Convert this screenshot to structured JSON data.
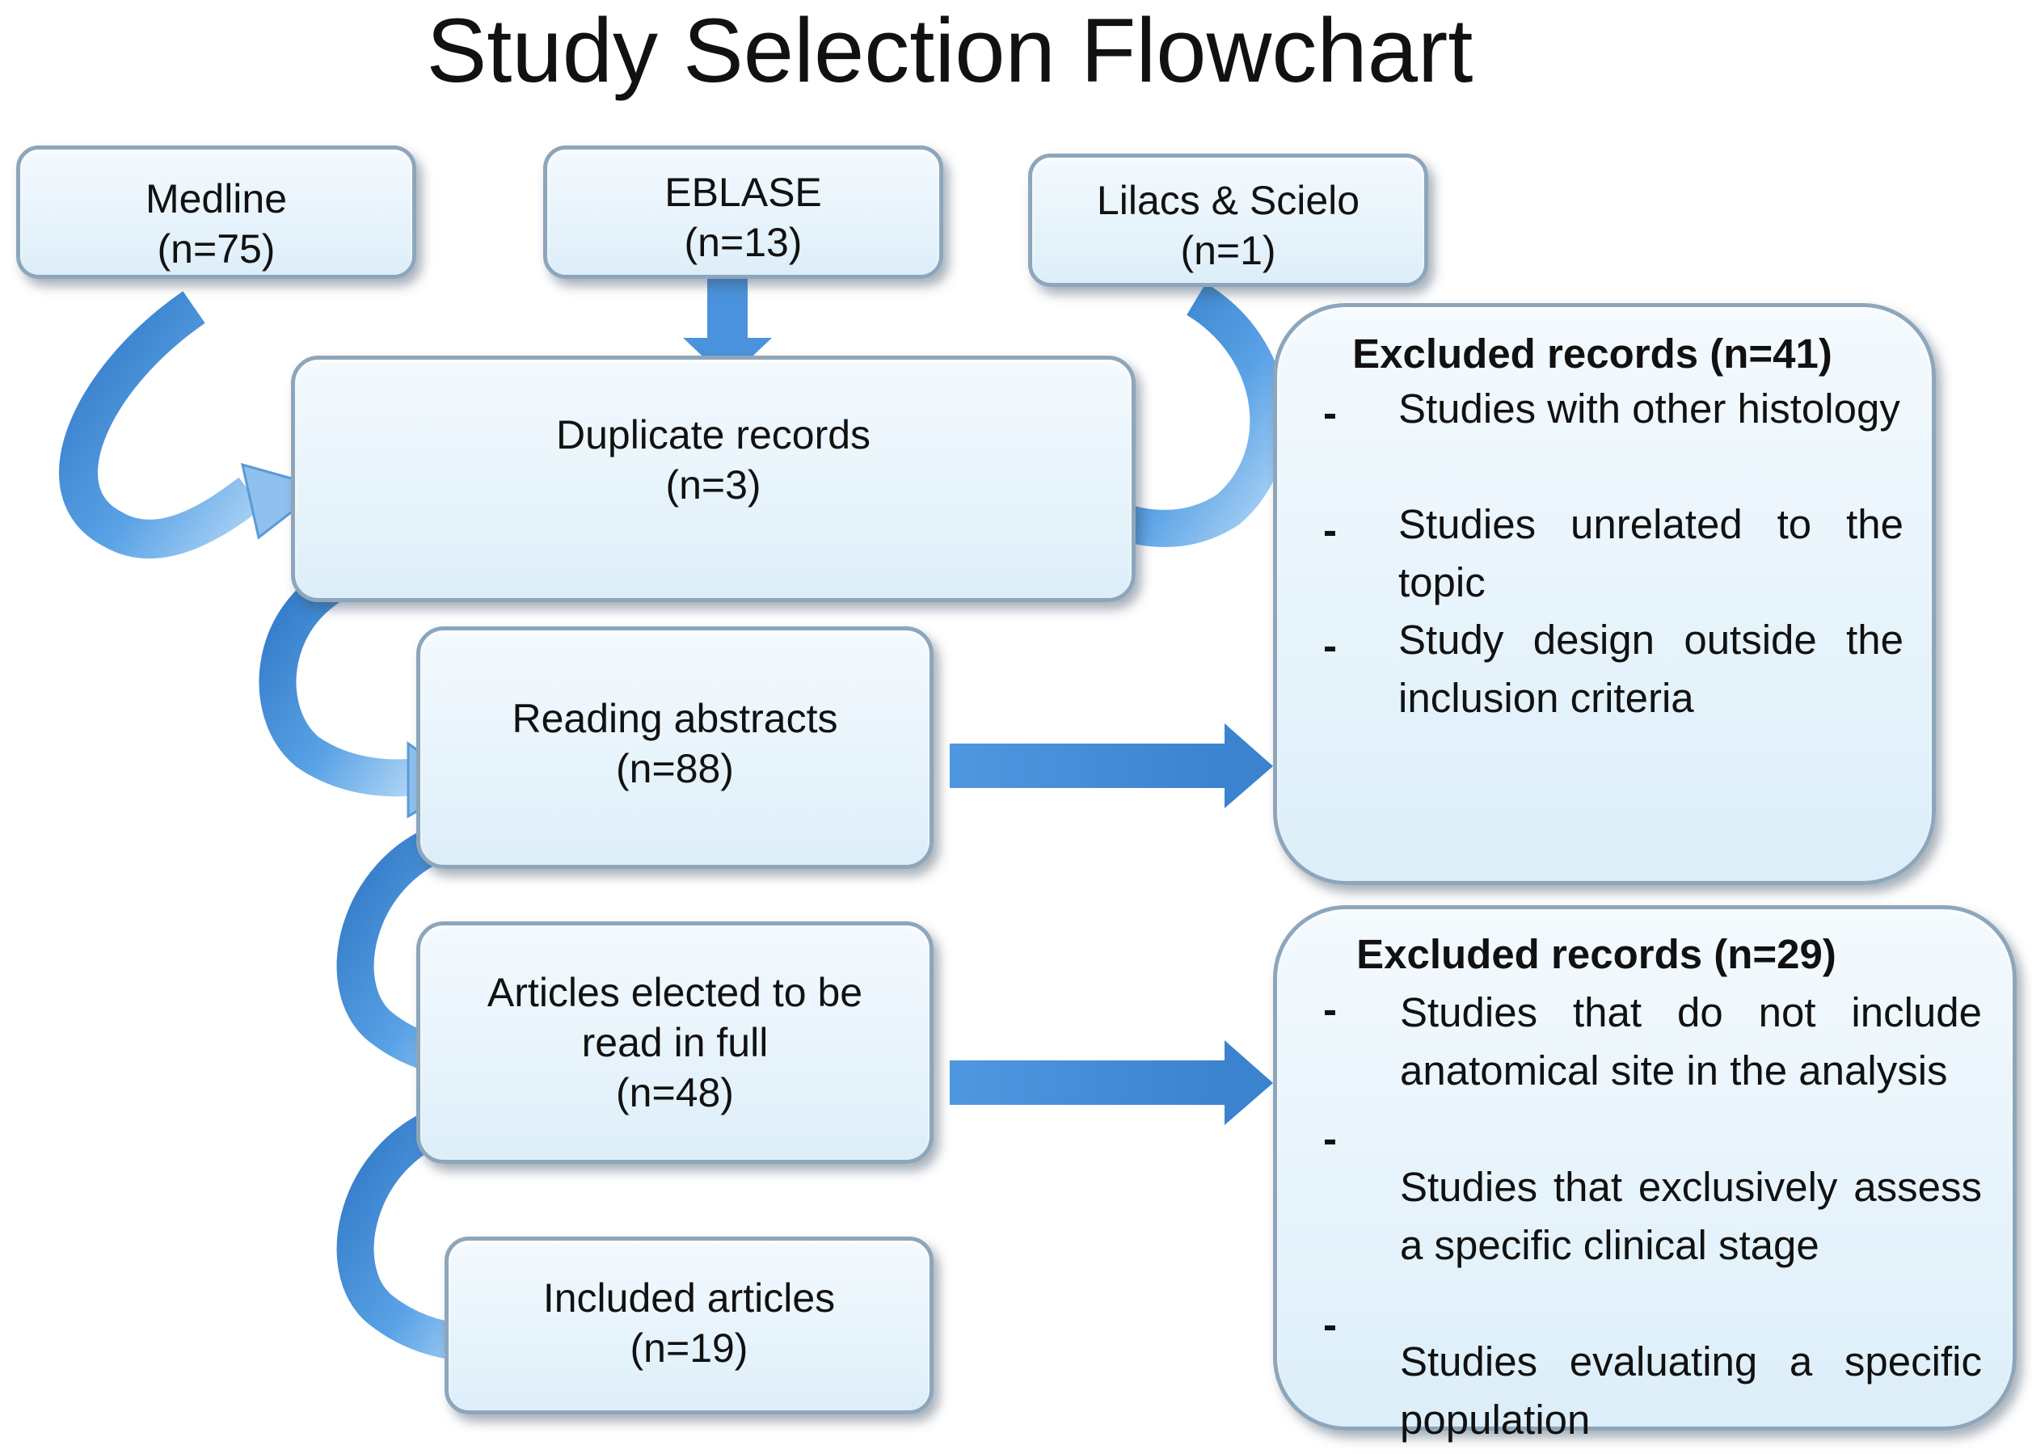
{
  "title": "Study Selection Flowchart",
  "colors": {
    "arrow": "#4a90d9",
    "box_fill": "#e6f2fb",
    "box_border": "#8da6bb"
  },
  "sources": [
    {
      "name": "Medline",
      "count": "(n=75)"
    },
    {
      "name": "EBLASE",
      "count": "(n=13)"
    },
    {
      "name": "Lilacs & Scielo",
      "count": "(n=1)"
    }
  ],
  "steps": {
    "duplicates": {
      "label": "Duplicate records",
      "count": "(n=3)"
    },
    "abstracts": {
      "label": "Reading abstracts",
      "count": "(n=88)"
    },
    "fulltext": {
      "label_line1": "Articles elected to be",
      "label_line2": "read in full",
      "count": "(n=48)"
    },
    "included": {
      "label": "Included articles",
      "count": "(n=19)"
    }
  },
  "exclusions": [
    {
      "heading": "Excluded records (n=41)",
      "items": [
        "Studies with other histology",
        "Studies unrelated to the topic",
        "Study design outside the inclusion criteria"
      ]
    },
    {
      "heading": "Excluded records (n=29)",
      "items": [
        "Studies that do not include anatomical site in the analysis",
        "Studies that exclusively assess a specific clinical stage",
        "Studies evaluating a specific population"
      ]
    }
  ]
}
